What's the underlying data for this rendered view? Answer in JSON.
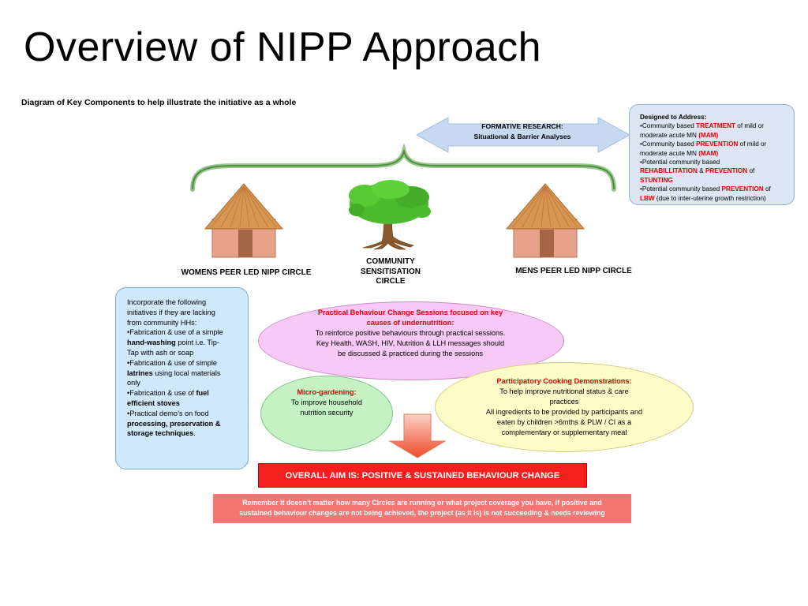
{
  "title": "Overview of NIPP Approach",
  "subtitle": "Diagram of Key Components to help illustrate the initiative as a whole",
  "colors": {
    "accent_red": "#e00000",
    "arrow_fill": "#c6d9f1",
    "aim_box": "#f51f1f",
    "note_box": "#f57474",
    "address_box": "#dce6f2",
    "left_box": "#cfe8fb",
    "pink": "#f8c9f6",
    "green": "#c5f2c5",
    "yellow": "#fcfcc9"
  },
  "formative": {
    "line1": "FORMATIVE RESEARCH:",
    "line2": "Situational & Barrier Analyses"
  },
  "address": {
    "heading": "Designed to Address:",
    "l1a": "•Community based ",
    "l1b": "TREATMENT",
    "l1c": " of mild or",
    "l2a": "moderate acute MN ",
    "l2b": "(MAM)",
    "l3a": "•Community based ",
    "l3b": "PREVENTION",
    "l3c": " of mild or",
    "l4a": "moderate acute MN  ",
    "l4b": "(MAM)",
    "l5": "•Potential community based",
    "l6a": "REHABILLITATION",
    "l6b": "  & ",
    "l6c": "PREVENTION",
    "l6d": " of",
    "l7": "STUNTING",
    "l8a": "•Potential community based ",
    "l8b": "PREVENTION",
    "l8c": " of",
    "l9a": "LBW",
    "l9b": " (due to inter-uterine growth restriction)"
  },
  "circles": {
    "womens": "WOMENS PEER LED NIPP CIRCLE",
    "community_1": "COMMUNITY",
    "community_2": "SENSITISATION",
    "community_3": "CIRCLE",
    "mens": "MENS PEER LED NIPP CIRCLE"
  },
  "left_box": {
    "l1": "Incorporate the following",
    "l2": "initiatives if they are lacking",
    "l3": "from community HHs:",
    "l4": "•Fabrication & use of a simple",
    "l5a": "hand-washing",
    "l5b": " point i.e. Tip-",
    "l6": "Tap with ash or soap",
    "l7": "•Fabrication & use of simple",
    "l8a": "latrines",
    "l8b": " using local materials",
    "l9": "only",
    "l10a": "•Fabrication & use of ",
    "l10b": "fuel",
    "l11": "efficient stoves",
    "l12": "•Practical demo’s on food",
    "l13": "processing, preservation &",
    "l14a": "storage techniques",
    "l14b": "."
  },
  "pink": {
    "h1": "Practical Behaviour Change Sessions focused on key",
    "h2": "causes of undernutrition:",
    "l1": "To reinforce positive behaviours through practical sessions.",
    "l2": "Key Health, WASH, HIV, Nutrition & LLH messages should",
    "l3": "be discussed & practiced during the sessions"
  },
  "green": {
    "h1": "Micro-gardening:",
    "l1": "To improve household",
    "l2": "nutrition security"
  },
  "yellow": {
    "h1": "Participatory Cooking Demonstrations:",
    "l1": "To help improve nutritional status & care",
    "l2": "practices",
    "l3": "All ingredients to be provided by participants and",
    "l4": "eaten by children >6mths & PLW / CI as a",
    "l5": "complementary or supplementary meal"
  },
  "aim": "OVERALL AIM IS: POSITIVE & SUSTAINED BEHAVIOUR CHANGE",
  "note": {
    "l1": "Remember it doesn’t matter how many Circles are running or what project coverage you have, if positive and",
    "l2": "sustained behaviour changes are not being achieved, the project (as it is) is not succeeding & needs reviewing"
  }
}
